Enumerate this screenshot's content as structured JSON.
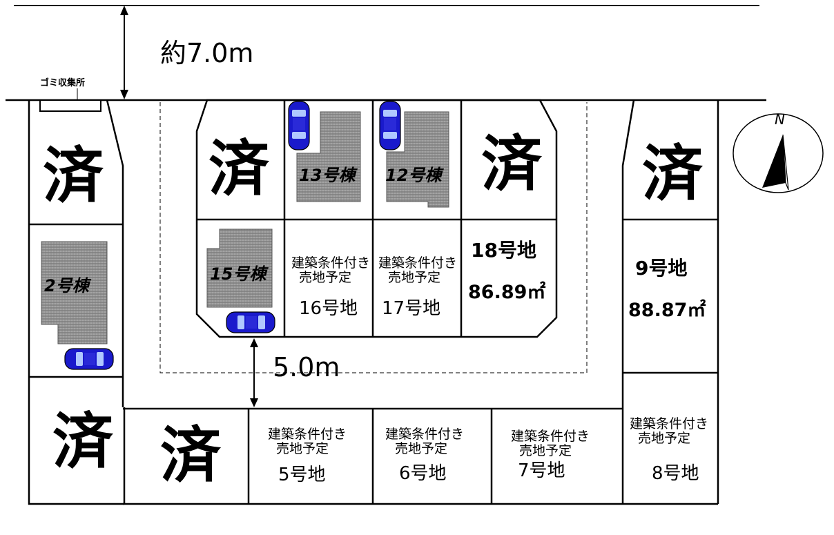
{
  "road_width_label": "約7.0m",
  "inner_road_label": "5.0m",
  "garbage_label": "ゴミ収集所",
  "north_label": "N",
  "sold_label": "済",
  "houses": [
    {
      "id": "house-13",
      "label": "13号棟"
    },
    {
      "id": "house-12",
      "label": "12号棟"
    },
    {
      "id": "house-15",
      "label": "15号棟"
    },
    {
      "id": "house-2",
      "label": "2号棟"
    }
  ],
  "lots": [
    {
      "id": "16",
      "condition": "建築条件付き",
      "status": "売地予定",
      "name": "16号地"
    },
    {
      "id": "17",
      "condition": "建築条件付き",
      "status": "売地予定",
      "name": "17号地"
    },
    {
      "id": "18",
      "name": "18号地",
      "area": "86.89㎡"
    },
    {
      "id": "9",
      "name": "9号地",
      "area": "88.87㎡"
    },
    {
      "id": "5",
      "condition": "建築条件付き",
      "status": "売地予定",
      "name": "5号地"
    },
    {
      "id": "6",
      "condition": "建築条件付き",
      "status": "売地予定",
      "name": "6号地"
    },
    {
      "id": "7",
      "condition": "建築条件付き",
      "status": "売地予定",
      "name": "7号地"
    },
    {
      "id": "8",
      "condition": "建築条件付き",
      "status": "売地予定",
      "name": "8号地"
    }
  ],
  "colors": {
    "line": "#000000",
    "car_body": "#1a1acc",
    "car_window": "#b0c8ff",
    "building_fill": "#8a8a8a"
  }
}
